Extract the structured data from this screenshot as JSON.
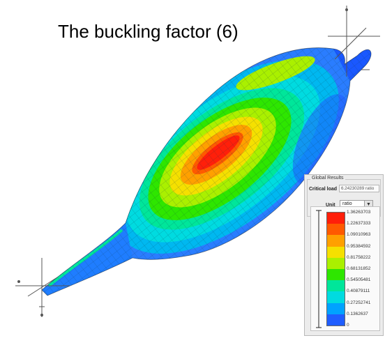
{
  "title": "The buckling factor (6)",
  "viewport": {
    "model": "shell-buckling-mode-contour",
    "mesh_color": "#0d3a4a"
  },
  "results_panel": {
    "group_label": "Global Results",
    "critical_load_label": "Critical load",
    "critical_load_value": "6.24230289 ratio",
    "unit_label": "Unit",
    "unit_value": "ratio",
    "dropdown_icon": "chevron-down-icon",
    "legend": {
      "levels": [
        {
          "value": "1.36263703",
          "color": "#ff1f0a"
        },
        {
          "value": "1.22637333",
          "color": "#ff5a00"
        },
        {
          "value": "1.09010963",
          "color": "#ffa000"
        },
        {
          "value": "0.95384592",
          "color": "#f5e000"
        },
        {
          "value": "0.81758222",
          "color": "#aaf000"
        },
        {
          "value": "0.68131852",
          "color": "#2ee600"
        },
        {
          "value": "0.54505481",
          "color": "#00e69a"
        },
        {
          "value": "0.40879111",
          "color": "#00dbe0"
        },
        {
          "value": "0.27252741",
          "color": "#00a2ff"
        },
        {
          "value": "0.1362637",
          "color": "#1f5dff"
        },
        {
          "value": "0",
          "color": "#0a10ff"
        }
      ]
    }
  }
}
